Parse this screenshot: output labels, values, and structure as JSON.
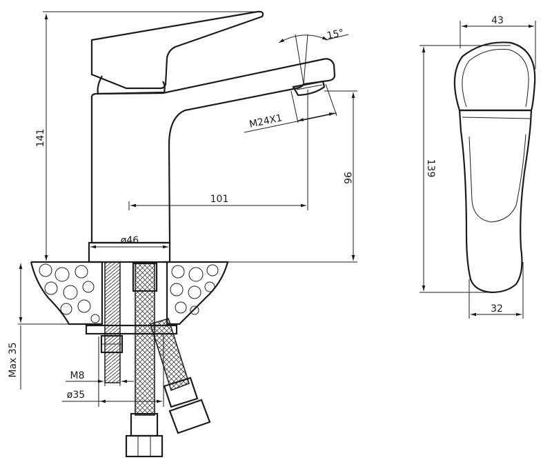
{
  "colors": {
    "line": "#1a1a1a",
    "background": "#ffffff"
  },
  "dimensions": {
    "total_height": "141",
    "spout_height": "96",
    "spout_reach": "101",
    "body_diameter": "ø46",
    "aerator_thread": "M24X1",
    "spout_angle": "15°",
    "mounting_thickness": "Max 35",
    "stud_thread": "M8",
    "hole_diameter": "ø35",
    "side_width_top": "43",
    "side_height": "139",
    "side_width_bottom": "32"
  }
}
